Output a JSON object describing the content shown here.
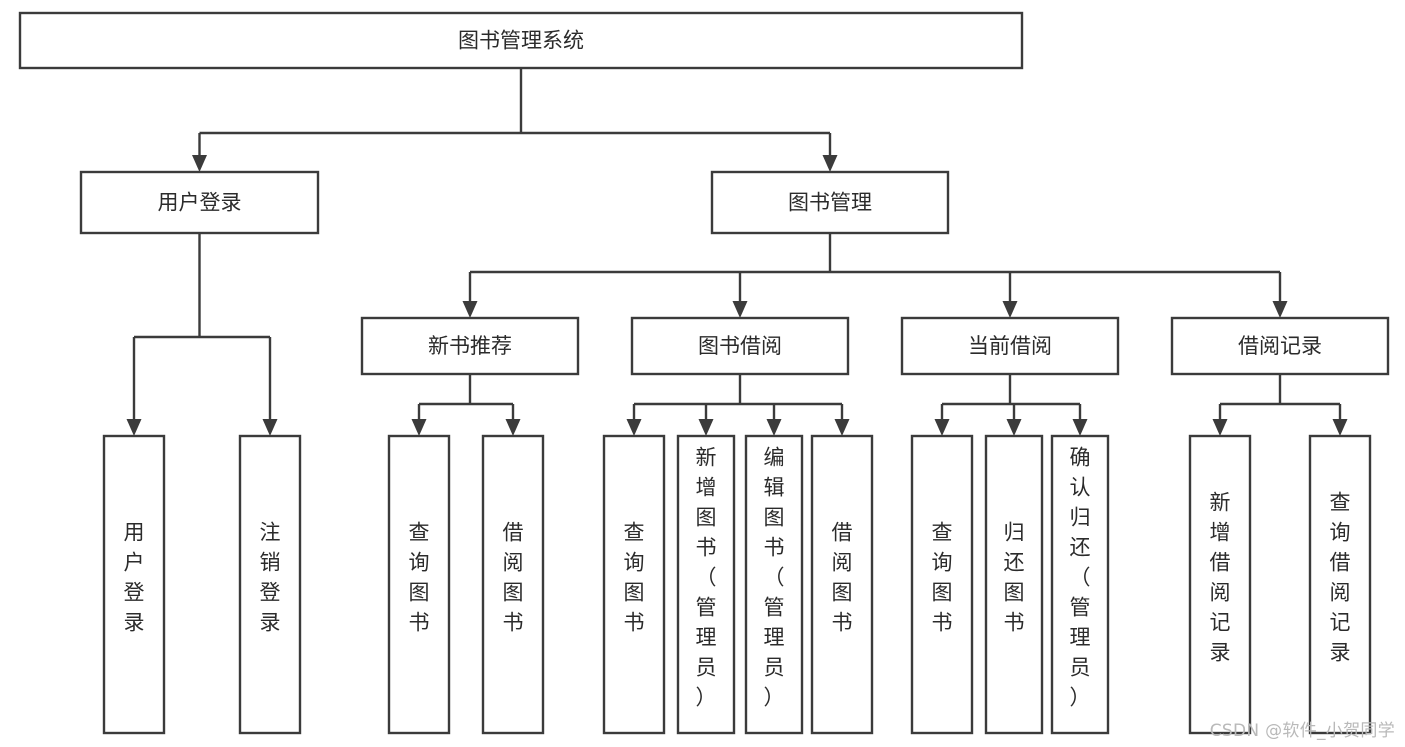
{
  "diagram": {
    "type": "tree",
    "orientation": "top-down",
    "title": "图书管理系统",
    "colors": {
      "background": "#ffffff",
      "box_fill": "#ffffff",
      "box_stroke": "#3b3b3b",
      "connector": "#3b3b3b",
      "text": "#2b2b2b",
      "watermark": "#b9b9b9"
    },
    "root": {
      "id": "root",
      "label": "图书管理系统",
      "text_orientation": "horizontal"
    },
    "level1": [
      {
        "id": "user-login",
        "label": "用户登录",
        "text_orientation": "horizontal"
      },
      {
        "id": "book-management",
        "label": "图书管理",
        "text_orientation": "horizontal"
      }
    ],
    "level2": [
      {
        "id": "new-book-recommend",
        "label": "新书推荐",
        "parent": "book-management",
        "text_orientation": "horizontal"
      },
      {
        "id": "book-borrow",
        "label": "图书借阅",
        "parent": "book-management",
        "text_orientation": "horizontal"
      },
      {
        "id": "current-borrow",
        "label": "当前借阅",
        "parent": "book-management",
        "text_orientation": "horizontal"
      },
      {
        "id": "borrow-record",
        "label": "借阅记录",
        "parent": "book-management",
        "text_orientation": "horizontal"
      }
    ],
    "leaves": [
      {
        "id": "leaf-user-login",
        "label": "用户登录",
        "parent": "user-login",
        "text_orientation": "vertical"
      },
      {
        "id": "leaf-user-logout",
        "label": "注销登录",
        "parent": "user-login",
        "text_orientation": "vertical"
      },
      {
        "id": "leaf-query-book-1",
        "label": "查询图书",
        "parent": "new-book-recommend",
        "text_orientation": "vertical"
      },
      {
        "id": "leaf-borrow-book-1",
        "label": "借阅图书",
        "parent": "new-book-recommend",
        "text_orientation": "vertical"
      },
      {
        "id": "leaf-query-book-2",
        "label": "查询图书",
        "parent": "book-borrow",
        "text_orientation": "vertical"
      },
      {
        "id": "leaf-add-book",
        "label": "新增图书（管理员）",
        "parent": "book-borrow",
        "text_orientation": "vertical"
      },
      {
        "id": "leaf-edit-book",
        "label": "编辑图书（管理员）",
        "parent": "book-borrow",
        "text_orientation": "vertical"
      },
      {
        "id": "leaf-borrow-book-2",
        "label": "借阅图书",
        "parent": "book-borrow",
        "text_orientation": "vertical"
      },
      {
        "id": "leaf-query-book-3",
        "label": "查询图书",
        "parent": "current-borrow",
        "text_orientation": "vertical"
      },
      {
        "id": "leaf-return-book",
        "label": "归还图书",
        "parent": "current-borrow",
        "text_orientation": "vertical"
      },
      {
        "id": "leaf-confirm-return",
        "label": "确认归还（管理员）",
        "parent": "current-borrow",
        "text_orientation": "vertical"
      },
      {
        "id": "leaf-add-record",
        "label": "新增借阅记录",
        "parent": "borrow-record",
        "text_orientation": "vertical"
      },
      {
        "id": "leaf-query-record",
        "label": "查询借阅记录",
        "parent": "borrow-record",
        "text_orientation": "vertical"
      }
    ]
  },
  "watermark": {
    "label": "CSDN @软件_小贺同学"
  }
}
